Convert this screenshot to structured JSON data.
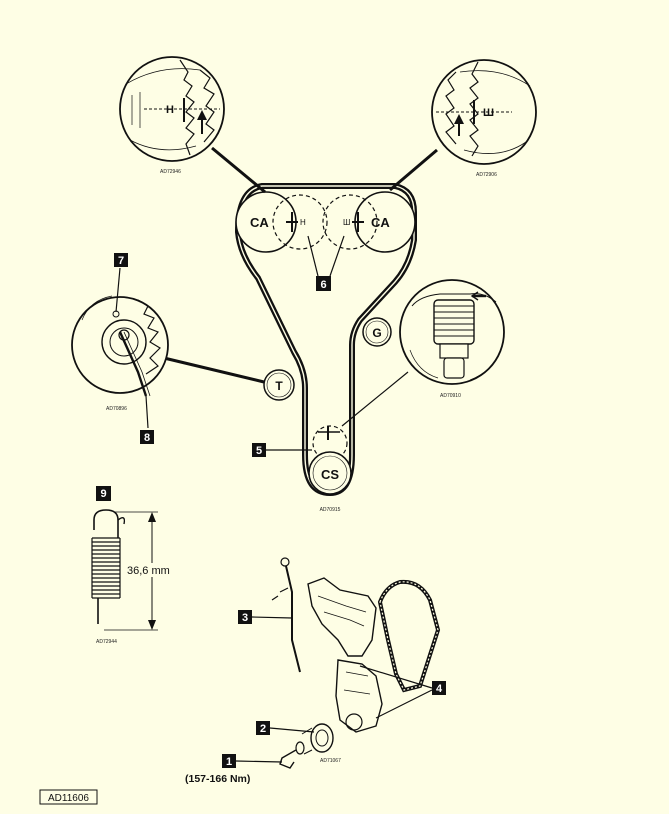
{
  "diagram": {
    "pulleys": {
      "camshaft_left": "CA",
      "camshaft_right": "CA",
      "tensioner": "T",
      "guide": "G",
      "crankshaft": "CS"
    },
    "marks": {
      "left": "H",
      "right": "Ш"
    },
    "callouts": {
      "n1": "1",
      "n2": "2",
      "n3": "3",
      "n4": "4",
      "n5": "5",
      "n6": "6",
      "n7": "7",
      "n8": "8",
      "n9": "9"
    },
    "spring_length": "36,6 mm",
    "torque": "(157-166 Nm)",
    "figure_code": "AD11606",
    "ref_codes": {
      "top_left": "AD72946",
      "top_right": "AD72906",
      "tensioner": "AD70896",
      "guide": "AD70910",
      "belt": "AD70915",
      "spring": "AD72944",
      "pulley": "AD71067"
    }
  }
}
